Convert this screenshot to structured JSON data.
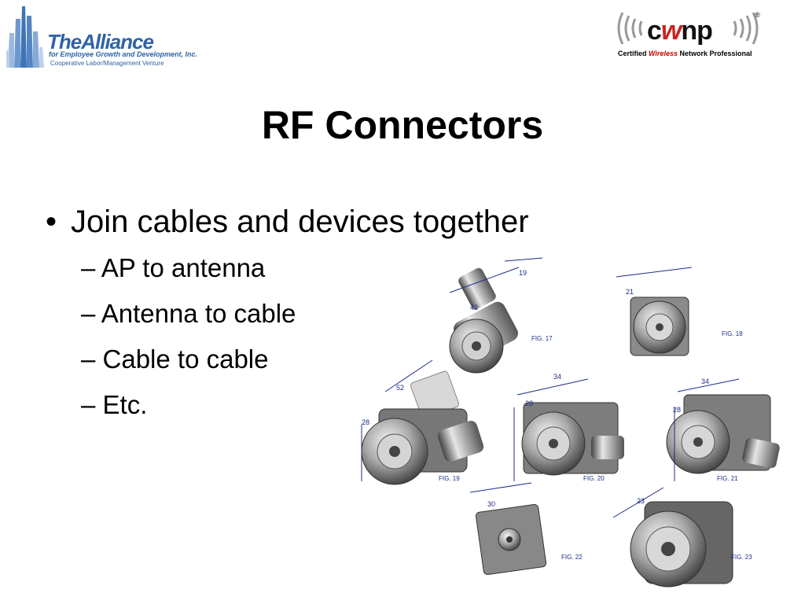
{
  "logo_left": {
    "name": "TheAlliance",
    "line1": "for Employee Growth and Development, Inc.",
    "line2": "Cooperative Labor/Management Venture"
  },
  "logo_right": {
    "word_pre": "c",
    "word_w": "w",
    "word_post": "np",
    "reg": "®",
    "tag_pre": "Certified ",
    "tag_em": "Wireless",
    "tag_post": " Network Professional"
  },
  "slide": {
    "title": "RF Connectors",
    "bullet": "Join cables and devices together",
    "subbullets": [
      "– AP to antenna",
      "– Antenna to cable",
      "– Cable to cable",
      "– Etc."
    ]
  },
  "figure": {
    "labels": {
      "f17": "FIG. 17",
      "f18": "FIG. 18",
      "f19": "FIG. 19",
      "f20": "FIG. 20",
      "f21": "FIG. 21",
      "f22": "FIG. 22",
      "f23": "FIG. 23"
    },
    "dims": {
      "d19": "19",
      "d42": "42",
      "d21": "21",
      "d52": "52",
      "d28a": "28",
      "d34a": "34",
      "d28b": "28",
      "d34b": "34",
      "d28c": "28",
      "d30": "30",
      "d23": "23"
    }
  }
}
